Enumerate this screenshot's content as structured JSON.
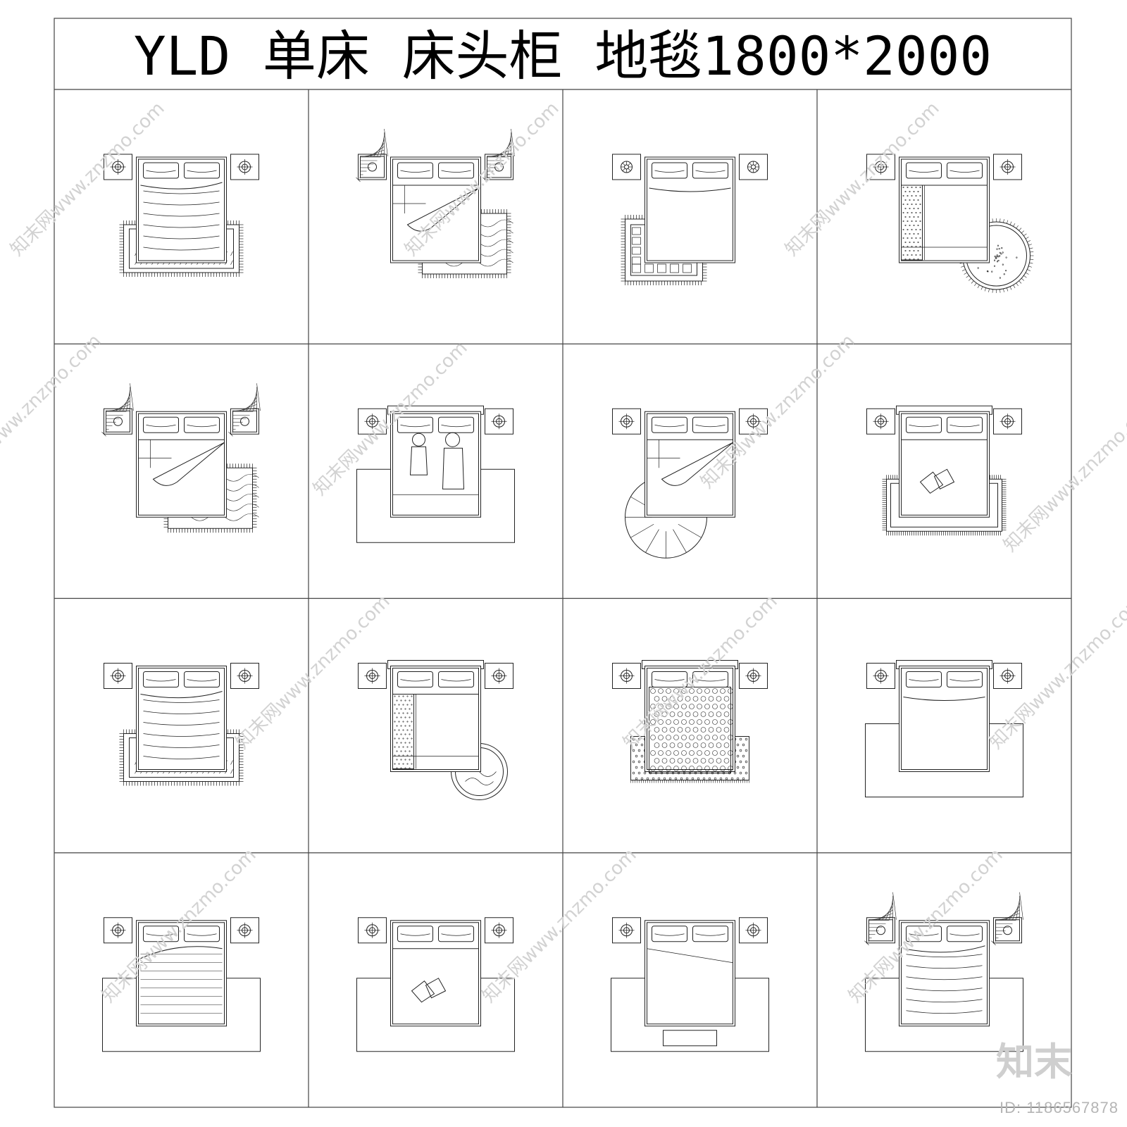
{
  "header": {
    "title": "YLD 单床 床头柜 地毯1800*2000"
  },
  "watermark": {
    "text": "知末网www.znzmo.com",
    "logo": "知末",
    "id_label": "ID: 1186567878"
  },
  "grid": {
    "columns": 4,
    "rows": 4,
    "cells": [
      {
        "rug": "fringe-rect",
        "nightstand": "circle",
        "sheet": "lines",
        "headboard": false
      },
      {
        "rug": "swirl-offset",
        "nightstand": "hatch",
        "sheet": "fold",
        "headboard": false
      },
      {
        "rug": "greek-key",
        "nightstand": "ornate",
        "sheet": "plain",
        "headboard": false
      },
      {
        "rug": "round-dots",
        "nightstand": "circle",
        "sheet": "stripe",
        "headboard": false
      },
      {
        "rug": "swirl-offset",
        "nightstand": "hatch",
        "sheet": "fold",
        "headboard": false
      },
      {
        "rug": "plain-rect",
        "nightstand": "circle",
        "sheet": "people",
        "headboard": true
      },
      {
        "rug": "round-spokes",
        "nightstand": "circle",
        "sheet": "fold",
        "headboard": false
      },
      {
        "rug": "fringe-thin",
        "nightstand": "circle",
        "sheet": "pillows",
        "headboard": true
      },
      {
        "rug": "fringe-rect",
        "nightstand": "circle",
        "sheet": "lines",
        "headboard": false
      },
      {
        "rug": "round-swirl",
        "nightstand": "circle",
        "sheet": "stripe",
        "headboard": true
      },
      {
        "rug": "dots-rect",
        "nightstand": "circle",
        "sheet": "polka",
        "headboard": true
      },
      {
        "rug": "plain-rect",
        "nightstand": "circle",
        "sheet": "plain",
        "headboard": true
      },
      {
        "rug": "plain-rect",
        "nightstand": "circle",
        "sheet": "speckle",
        "headboard": false
      },
      {
        "rug": "plain-rect",
        "nightstand": "circle",
        "sheet": "pillows",
        "headboard": false
      },
      {
        "rug": "plain-rect",
        "nightstand": "circle",
        "sheet": "bench",
        "headboard": false
      },
      {
        "rug": "plain-rect",
        "nightstand": "hatch",
        "sheet": "lines",
        "headboard": false
      }
    ]
  }
}
